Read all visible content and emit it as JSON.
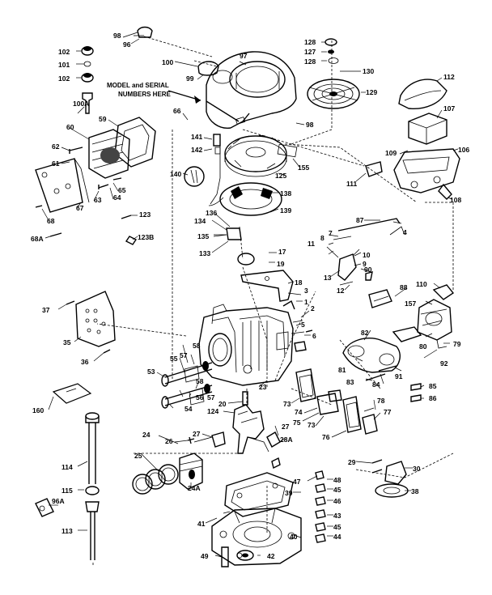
{
  "note": {
    "line1": "MODEL and SERIAL",
    "line2": "NUMBERS HERE"
  },
  "labels": {
    "p98a": "98",
    "p96": "96",
    "p102a": "102",
    "p101": "101",
    "p102b": "102",
    "p100": "100",
    "p97": "97",
    "p99": "99",
    "p128a": "128",
    "p127": "127",
    "p128b": "128",
    "p130": "130",
    "p129": "129",
    "p112": "112",
    "p107": "107",
    "p106": "106",
    "p109": "109",
    "p108": "108",
    "p111": "111",
    "p155": "155",
    "p98b": "98",
    "p66": "66",
    "p141": "141",
    "p142": "142",
    "p140": "140",
    "p125": "125",
    "p138": "138",
    "p139": "139",
    "p136": "136",
    "p134": "134",
    "p135": "135",
    "p133": "133",
    "p123": "123",
    "p123b": "123B",
    "p100a": "100A",
    "p59": "59",
    "p60": "60",
    "p62": "62",
    "p61": "61",
    "p65": "65",
    "p64": "64",
    "p63": "63",
    "p67": "67",
    "p68": "68",
    "p68a": "68A",
    "p87": "87",
    "p7": "7",
    "p8": "8",
    "p11": "11",
    "p4": "4",
    "p10": "10",
    "p9": "9",
    "p13": "13",
    "p90": "90",
    "p12": "12",
    "p17": "17",
    "p19": "19",
    "p18": "18",
    "p3": "3",
    "p1": "1",
    "p2": "2",
    "p5": "5",
    "p6": "6",
    "p88": "88",
    "p110": "110",
    "p157": "157",
    "p82": "82",
    "p80": "80",
    "p79": "79",
    "p92": "92",
    "p81": "81",
    "p83": "83",
    "p84": "84",
    "p91": "91",
    "p85": "85",
    "p86": "86",
    "p37": "37",
    "p35": "35",
    "p36": "36",
    "p58a": "58",
    "p55": "55",
    "p57a": "57",
    "p53": "53",
    "p58b": "58",
    "p56": "56",
    "p57b": "57",
    "p54": "54",
    "p23": "23",
    "p20": "20",
    "p124": "124",
    "p73a": "73",
    "p74": "74",
    "p75": "75",
    "p73b": "73",
    "p76": "76",
    "p78": "78",
    "p77": "77",
    "p160": "160",
    "p27a": "27",
    "p28a": "28A",
    "p24": "24",
    "p26": "26",
    "p27b": "27",
    "p25": "25",
    "p24a": "24A",
    "p29": "29",
    "p30": "30",
    "p38": "38",
    "p47": "47",
    "p48": "48",
    "p45a": "45",
    "p46": "46",
    "p39": "39",
    "p43": "43",
    "p45b": "45",
    "p44": "44",
    "p41": "41",
    "p40": "40",
    "p49": "49",
    "p42": "42",
    "p114": "114",
    "p115": "115",
    "p96a": "96A",
    "p113": "113"
  }
}
